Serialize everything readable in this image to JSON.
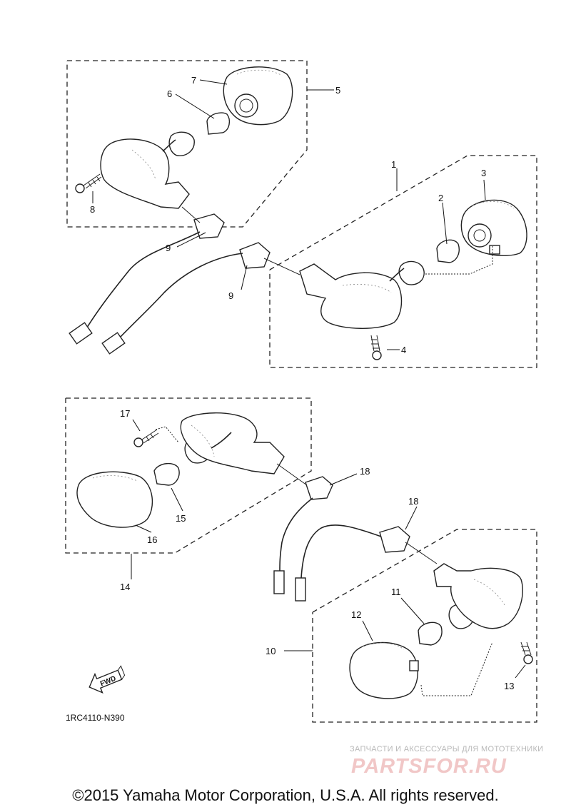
{
  "diagram": {
    "callouts": [
      "1",
      "2",
      "3",
      "4",
      "5",
      "6",
      "7",
      "8",
      "9",
      "9",
      "10",
      "11",
      "12",
      "13",
      "14",
      "15",
      "16",
      "17",
      "18",
      "18"
    ],
    "fwd_label": "FWD",
    "drawing_code": "1RC4110-N390"
  },
  "watermark": {
    "tagline": "ЗАПЧАСТИ И АКСЕССУАРЫ ДЛЯ МОТОТЕХНИКИ",
    "logo": "PARTSFOR.RU"
  },
  "copyright": "©2015 Yamaha Motor Corporation, U.S.A. All rights reserved."
}
